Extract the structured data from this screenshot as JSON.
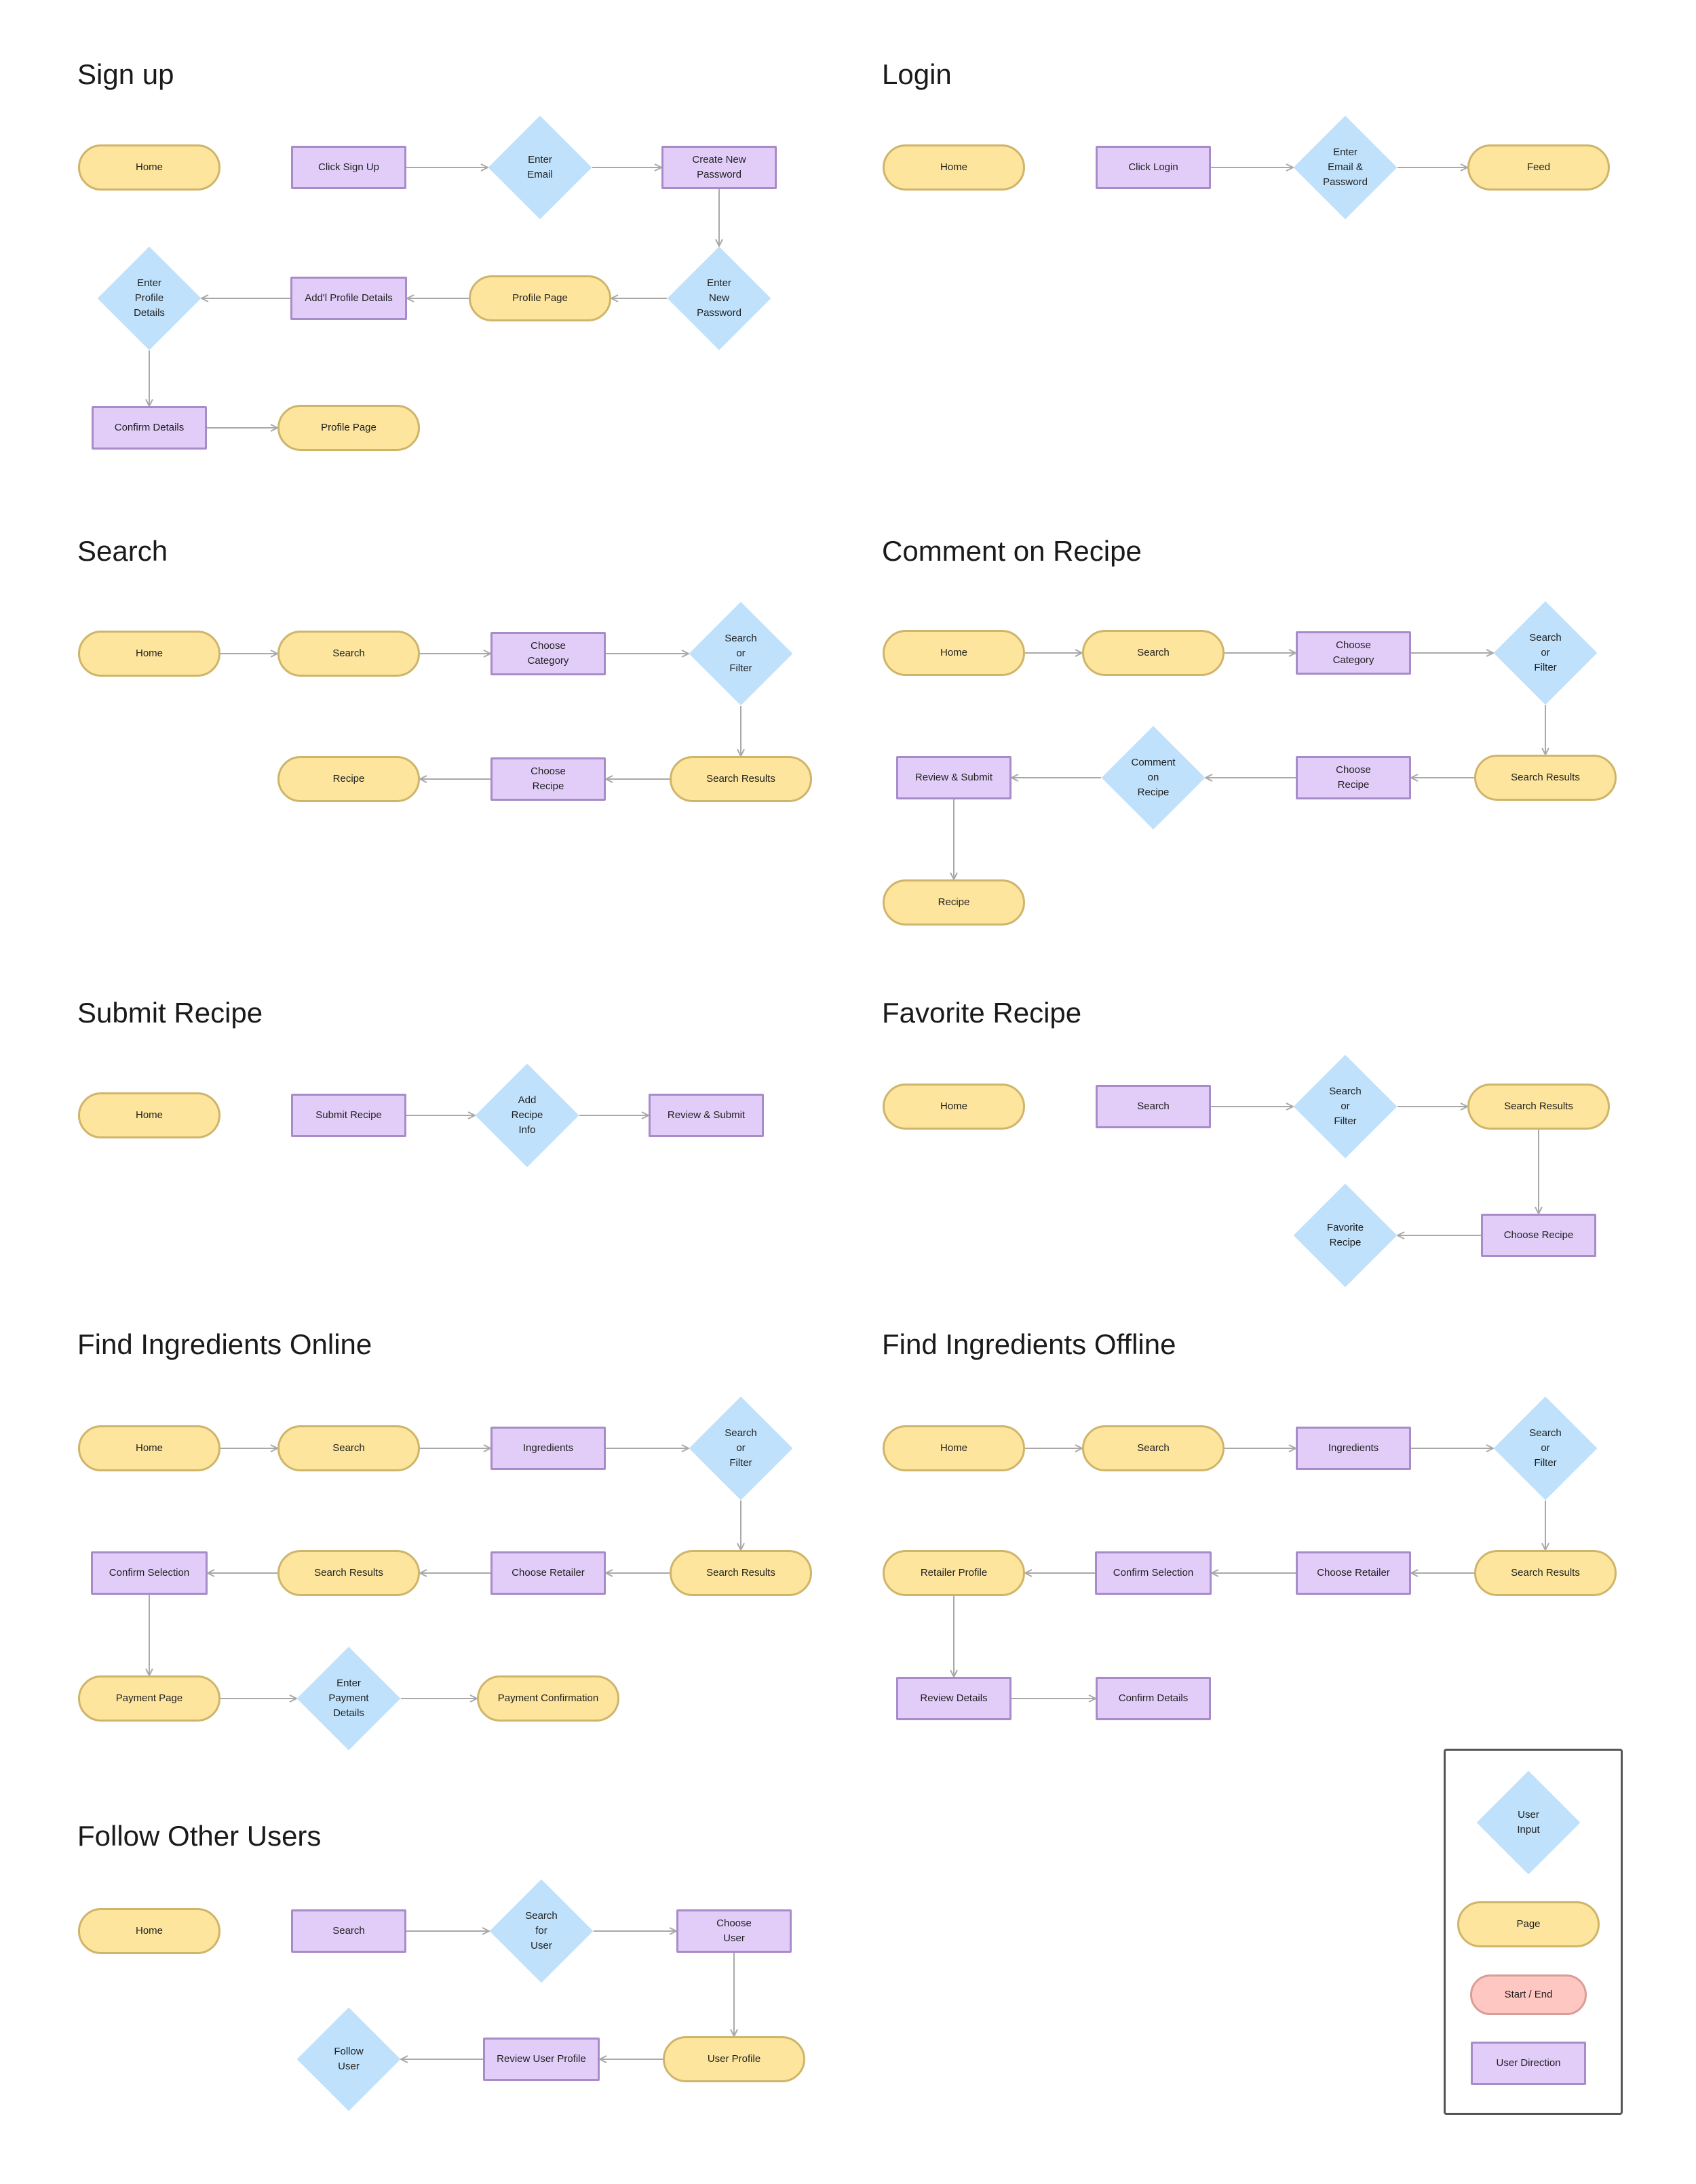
{
  "sections": [
    {
      "title": "Sign up",
      "nodes": [
        {
          "id": "n1",
          "type": "page",
          "label": "Home"
        },
        {
          "id": "n2",
          "type": "action",
          "label": "Click Sign Up"
        },
        {
          "id": "n3",
          "type": "decision",
          "label": "Enter\nEmail"
        },
        {
          "id": "n4",
          "type": "action",
          "label": "Create New\nPassword"
        },
        {
          "id": "n5",
          "type": "decision",
          "label": "Enter\nNew\nPassword"
        },
        {
          "id": "n6",
          "type": "page",
          "label": "Profile Page"
        },
        {
          "id": "n7",
          "type": "action",
          "label": "Add'l Profile Details"
        },
        {
          "id": "n8",
          "type": "decision",
          "label": "Enter\nProfile\nDetails"
        },
        {
          "id": "n9",
          "type": "action",
          "label": "Confirm Details"
        },
        {
          "id": "n10",
          "type": "page",
          "label": "Profile Page"
        }
      ],
      "edges": [
        [
          "n2",
          "n3"
        ],
        [
          "n3",
          "n4"
        ],
        [
          "n4",
          "n5"
        ],
        [
          "n5",
          "n6"
        ],
        [
          "n6",
          "n7"
        ],
        [
          "n7",
          "n8"
        ],
        [
          "n8",
          "n9"
        ],
        [
          "n9",
          "n10"
        ]
      ]
    },
    {
      "title": "Login",
      "nodes": [
        {
          "id": "n1",
          "type": "page",
          "label": "Home"
        },
        {
          "id": "n2",
          "type": "action",
          "label": "Click Login"
        },
        {
          "id": "n3",
          "type": "decision",
          "label": "Enter\nEmail &\nPassword"
        },
        {
          "id": "n4",
          "type": "page",
          "label": "Feed"
        }
      ],
      "edges": [
        [
          "n2",
          "n3"
        ],
        [
          "n3",
          "n4"
        ]
      ]
    },
    {
      "title": "Search",
      "nodes": [
        {
          "id": "n1",
          "type": "page",
          "label": "Home"
        },
        {
          "id": "n2",
          "type": "page",
          "label": "Search"
        },
        {
          "id": "n3",
          "type": "action",
          "label": "Choose\nCategory"
        },
        {
          "id": "n4",
          "type": "decision",
          "label": "Search\nor\nFilter"
        },
        {
          "id": "n5",
          "type": "page",
          "label": "Search Results"
        },
        {
          "id": "n6",
          "type": "action",
          "label": "Choose\nRecipe"
        },
        {
          "id": "n7",
          "type": "page",
          "label": "Recipe"
        }
      ],
      "edges": [
        [
          "n1",
          "n2"
        ],
        [
          "n2",
          "n3"
        ],
        [
          "n3",
          "n4"
        ],
        [
          "n4",
          "n5"
        ],
        [
          "n5",
          "n6"
        ],
        [
          "n6",
          "n7"
        ]
      ]
    },
    {
      "title": "Comment on Recipe",
      "nodes": [
        {
          "id": "n1",
          "type": "page",
          "label": "Home"
        },
        {
          "id": "n2",
          "type": "page",
          "label": "Search"
        },
        {
          "id": "n3",
          "type": "action",
          "label": "Choose\nCategory"
        },
        {
          "id": "n4",
          "type": "decision",
          "label": "Search\nor\nFilter"
        },
        {
          "id": "n5",
          "type": "page",
          "label": "Search Results"
        },
        {
          "id": "n6",
          "type": "action",
          "label": "Choose\nRecipe"
        },
        {
          "id": "n7",
          "type": "decision",
          "label": "Comment\non\nRecipe"
        },
        {
          "id": "n8",
          "type": "action",
          "label": "Review & Submit"
        },
        {
          "id": "n9",
          "type": "page",
          "label": "Recipe"
        }
      ],
      "edges": [
        [
          "n1",
          "n2"
        ],
        [
          "n2",
          "n3"
        ],
        [
          "n3",
          "n4"
        ],
        [
          "n4",
          "n5"
        ],
        [
          "n5",
          "n6"
        ],
        [
          "n6",
          "n7"
        ],
        [
          "n7",
          "n8"
        ],
        [
          "n8",
          "n9"
        ]
      ]
    },
    {
      "title": "Submit Recipe",
      "nodes": [
        {
          "id": "n1",
          "type": "page",
          "label": "Home"
        },
        {
          "id": "n2",
          "type": "action",
          "label": "Submit Recipe"
        },
        {
          "id": "n3",
          "type": "decision",
          "label": "Add\nRecipe\nInfo"
        },
        {
          "id": "n4",
          "type": "action",
          "label": "Review & Submit"
        }
      ],
      "edges": [
        [
          "n2",
          "n3"
        ],
        [
          "n3",
          "n4"
        ]
      ]
    },
    {
      "title": "Favorite Recipe",
      "nodes": [
        {
          "id": "n1",
          "type": "page",
          "label": "Home"
        },
        {
          "id": "n2",
          "type": "action",
          "label": "Search"
        },
        {
          "id": "n3",
          "type": "decision",
          "label": "Search\nor\nFilter"
        },
        {
          "id": "n4",
          "type": "page",
          "label": "Search Results"
        },
        {
          "id": "n5",
          "type": "action",
          "label": "Choose Recipe"
        },
        {
          "id": "n6",
          "type": "decision",
          "label": "Favorite\nRecipe"
        }
      ],
      "edges": [
        [
          "n2",
          "n3"
        ],
        [
          "n3",
          "n4"
        ],
        [
          "n4",
          "n5"
        ],
        [
          "n5",
          "n6"
        ]
      ]
    },
    {
      "title": "Find Ingredients Online",
      "nodes": [
        {
          "id": "n1",
          "type": "page",
          "label": "Home"
        },
        {
          "id": "n2",
          "type": "page",
          "label": "Search"
        },
        {
          "id": "n3",
          "type": "action",
          "label": "Ingredients"
        },
        {
          "id": "n4",
          "type": "decision",
          "label": "Search\nor\nFilter"
        },
        {
          "id": "n5",
          "type": "page",
          "label": "Search Results"
        },
        {
          "id": "n6",
          "type": "action",
          "label": "Choose Retailer"
        },
        {
          "id": "n7",
          "type": "page",
          "label": "Search Results"
        },
        {
          "id": "n8",
          "type": "action",
          "label": "Confirm Selection"
        },
        {
          "id": "n9",
          "type": "page",
          "label": "Payment Page"
        },
        {
          "id": "n10",
          "type": "decision",
          "label": "Enter\nPayment\nDetails"
        },
        {
          "id": "n11",
          "type": "page",
          "label": "Payment Confirmation"
        }
      ],
      "edges": [
        [
          "n1",
          "n2"
        ],
        [
          "n2",
          "n3"
        ],
        [
          "n3",
          "n4"
        ],
        [
          "n4",
          "n5"
        ],
        [
          "n5",
          "n6"
        ],
        [
          "n6",
          "n7"
        ],
        [
          "n7",
          "n8"
        ],
        [
          "n8",
          "n9"
        ],
        [
          "n9",
          "n10"
        ],
        [
          "n10",
          "n11"
        ]
      ]
    },
    {
      "title": "Find Ingredients Offline",
      "nodes": [
        {
          "id": "n1",
          "type": "page",
          "label": "Home"
        },
        {
          "id": "n2",
          "type": "page",
          "label": "Search"
        },
        {
          "id": "n3",
          "type": "action",
          "label": "Ingredients"
        },
        {
          "id": "n4",
          "type": "decision",
          "label": "Search\nor\nFilter"
        },
        {
          "id": "n5",
          "type": "page",
          "label": "Search Results"
        },
        {
          "id": "n6",
          "type": "action",
          "label": "Choose Retailer"
        },
        {
          "id": "n7",
          "type": "action",
          "label": "Confirm Selection"
        },
        {
          "id": "n8",
          "type": "page",
          "label": "Retailer Profile"
        },
        {
          "id": "n9",
          "type": "action",
          "label": "Review Details"
        },
        {
          "id": "n10",
          "type": "action",
          "label": "Confirm Details"
        }
      ],
      "edges": [
        [
          "n1",
          "n2"
        ],
        [
          "n2",
          "n3"
        ],
        [
          "n3",
          "n4"
        ],
        [
          "n4",
          "n5"
        ],
        [
          "n5",
          "n6"
        ],
        [
          "n6",
          "n7"
        ],
        [
          "n7",
          "n8"
        ],
        [
          "n8",
          "n9"
        ],
        [
          "n9",
          "n10"
        ]
      ]
    },
    {
      "title": "Follow Other Users",
      "nodes": [
        {
          "id": "n1",
          "type": "page",
          "label": "Home"
        },
        {
          "id": "n2",
          "type": "action",
          "label": "Search"
        },
        {
          "id": "n3",
          "type": "decision",
          "label": "Search\nfor\nUser"
        },
        {
          "id": "n4",
          "type": "action",
          "label": "Choose\nUser"
        },
        {
          "id": "n5",
          "type": "page",
          "label": "User Profile"
        },
        {
          "id": "n6",
          "type": "action",
          "label": "Review User Profile"
        },
        {
          "id": "n7",
          "type": "decision",
          "label": "Follow\nUser"
        }
      ],
      "edges": [
        [
          "n2",
          "n3"
        ],
        [
          "n3",
          "n4"
        ],
        [
          "n4",
          "n5"
        ],
        [
          "n5",
          "n6"
        ],
        [
          "n6",
          "n7"
        ]
      ]
    }
  ],
  "legend": [
    {
      "type": "decision",
      "label": "User\nInput"
    },
    {
      "type": "page",
      "label": "Page"
    },
    {
      "type": "startend",
      "label": "Start / End"
    },
    {
      "type": "action",
      "label": "User Direction"
    }
  ],
  "colors": {
    "page_fill": "#fde59d",
    "page_border": "#cfb56a",
    "action_fill": "#e2cdf9",
    "action_border": "#a88bc9",
    "decision_fill": "#bfe1fb",
    "startend_fill": "#ffc7c2",
    "startend_border": "#d99d97",
    "arrow": "#a9a9a9"
  }
}
